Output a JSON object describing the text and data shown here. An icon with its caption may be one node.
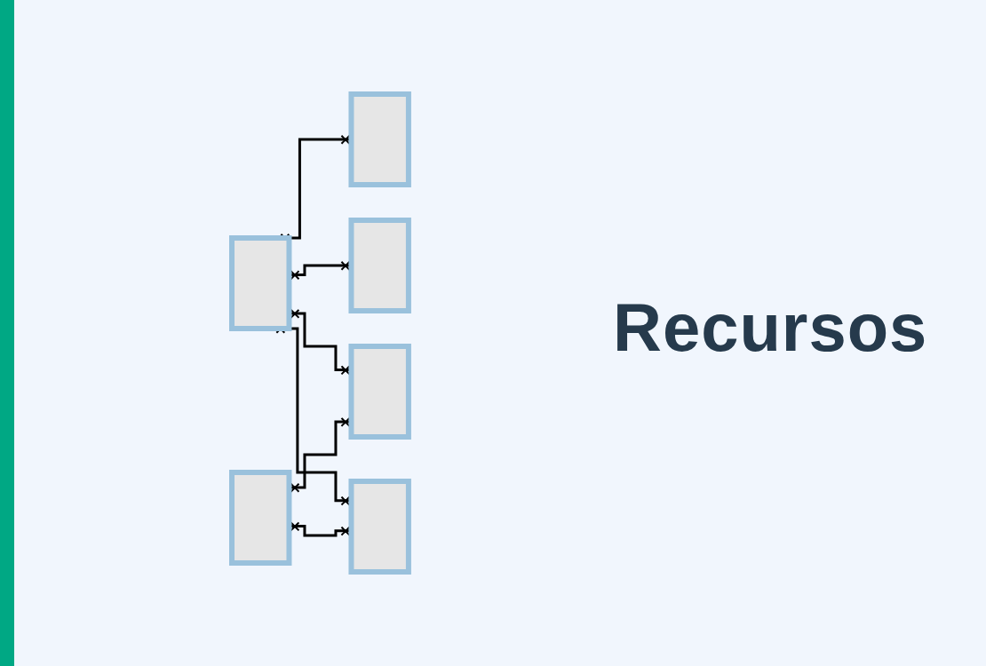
{
  "diagram": {
    "title": "Recursos",
    "nodes": [
      {
        "text": [],
        "shape": "box"
      },
      {
        "text": [],
        "shape": "box"
      },
      {
        "text": [],
        "shape": "box"
      },
      {
        "text": [],
        "shape": "box"
      },
      {
        "text": [],
        "shape": "box"
      },
      {
        "text": [],
        "shape": "box"
      }
    ],
    "edges": [
      {
        "from": 2,
        "to": 0,
        "arrow": "other"
      },
      {
        "from": 2,
        "to": 1,
        "arrow": "other"
      },
      {
        "from": 2,
        "to": 3,
        "arrow": "other"
      },
      {
        "from": 2,
        "to": 4,
        "arrow": "other"
      },
      {
        "from": 5,
        "to": 3,
        "arrow": "other"
      },
      {
        "from": 5,
        "to": 4,
        "arrow": "other"
      }
    ]
  }
}
